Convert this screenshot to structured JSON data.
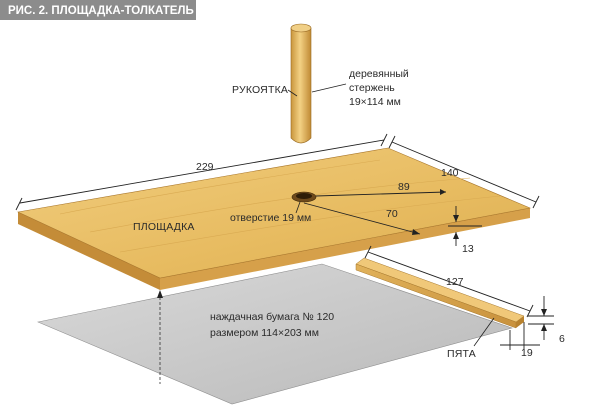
{
  "figure": {
    "title": "РИС. 2. ПЛОЩАДКА-ТОЛКАТЕЛЬ"
  },
  "labels": {
    "handle": "РУКОЯТКА",
    "rod_line1": "деревянный",
    "rod_line2": "стержень",
    "rod_line3": "19×114 мм",
    "platform": "ПЛОЩАДКА",
    "hole": "отверстие 19 мм",
    "sandpaper_line1": "наждачная бумага № 120",
    "sandpaper_line2": "размером 114×203 мм",
    "heel": "ПЯТА"
  },
  "dimensions": {
    "platform_length": "229",
    "platform_width": "140",
    "hole_offset_a": "89",
    "hole_offset_b": "70",
    "platform_thickness": "13",
    "heel_length": "127",
    "heel_width": "19",
    "heel_height": "6"
  },
  "colors": {
    "wood_top": "#e9c06a",
    "wood_edge": "#c8923a",
    "rod": "#e5bb62",
    "sandpaper": "#cfcfcf",
    "title_bar": "#8c8c8c"
  }
}
